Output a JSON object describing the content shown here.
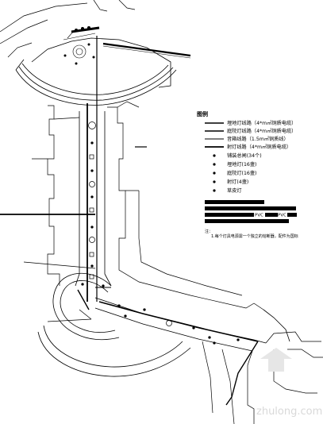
{
  "legend": {
    "title": "图例",
    "items": [
      {
        "label": "埋地灯线路（4*m㎡铜质电缆）",
        "symbol": "line-thick"
      },
      {
        "label": "庭院灯线路（4*m㎡铜质电缆）",
        "symbol": "line-thick"
      },
      {
        "label": "音箱线路（1.5m㎡铜质线）",
        "symbol": "line-medium"
      },
      {
        "label": "射灯线路（4*m㎡铜质电缆）",
        "symbol": "line-thick"
      },
      {
        "label": "铺装总闸(34个)",
        "symbol": "dot"
      },
      {
        "label": "埋地灯(16盏)",
        "symbol": "dot"
      },
      {
        "label": "庭院灯(16盏)",
        "symbol": "dot"
      },
      {
        "label": "射灯(4盏)",
        "symbol": "dot"
      },
      {
        "label": "草皮灯",
        "symbol": "dot"
      }
    ]
  },
  "pvc_labels": [
    "PVC",
    "PVC"
  ],
  "note": {
    "heading": "注：",
    "text": "1.每个灯具电源需一个独立的熔断器，配件为国标"
  },
  "watermark": "zhulong.com",
  "colors": {
    "line": "#000000",
    "background": "#ffffff",
    "watermark": "#d9d9d9"
  }
}
